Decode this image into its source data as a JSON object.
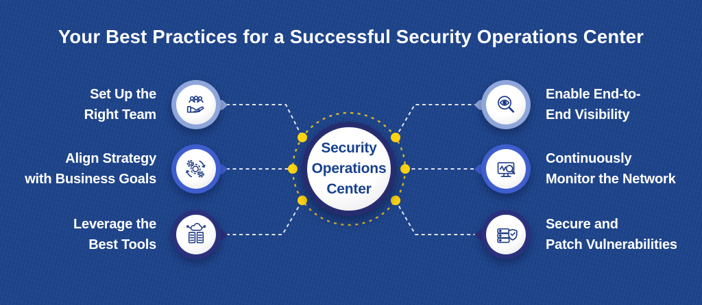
{
  "title": "Your Best Practices for a Successful Security Operations Center",
  "center": {
    "line1": "Security",
    "line2": "Operations",
    "line3": "Center"
  },
  "items": [
    {
      "line1": "Set Up the",
      "line2": "Right Team",
      "icon": "hand-team-icon",
      "side": "left",
      "ring_color": "#8FA6DA"
    },
    {
      "line1": "Align Strategy",
      "line2": "with Business Goals",
      "icon": "gears-sync-icon",
      "side": "left",
      "ring_color": "#3E5ECE"
    },
    {
      "line1": "Leverage the",
      "line2": "Best Tools",
      "icon": "servers-cloud-icon",
      "side": "left",
      "ring_color": "#2A317C"
    },
    {
      "line1": "Enable End-to-",
      "line2": "End Visibility",
      "icon": "eye-magnifier-icon",
      "side": "right",
      "ring_color": "#8FA6DA"
    },
    {
      "line1": "Continuously",
      "line2": "Monitor the Network",
      "icon": "monitor-magnifier-icon",
      "side": "right",
      "ring_color": "#3E5ECE"
    },
    {
      "line1": "Secure and",
      "line2": "Patch Vulnerabilities",
      "icon": "server-shield-icon",
      "side": "right",
      "ring_color": "#2A317C"
    }
  ],
  "colors": {
    "background": "#1D438A",
    "title_text": "#FFFFFF",
    "center_ring": "#262D6F",
    "center_text": "#17418E",
    "dashed_circle": "#D9B92B",
    "dot_yellow": "#FFD512",
    "connector": "#E2E6F0",
    "icon_stroke": "#1F3C85"
  }
}
